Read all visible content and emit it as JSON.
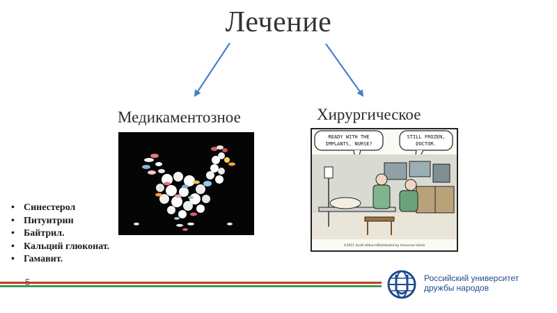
{
  "slide": {
    "title": "Лечение",
    "page_number": "5"
  },
  "branches": {
    "left_label": "Медикаментозное",
    "right_label": "Хирургическое"
  },
  "comic": {
    "bubble_left": "READY WITH THE IMPLANTS, NURSE?",
    "bubble_right": "STILL FROZEN, DOCTOR.",
    "credit": "©2011 Scott Hilburn/Distributed by Universal Uclick"
  },
  "drugs": [
    "Синестерол",
    "Питуитрин",
    "Байтрил.",
    "Кальций глюконат.",
    "Гамавит."
  ],
  "university": {
    "line1": "Российский университет",
    "line2": "дружбы народов"
  },
  "colors": {
    "arrow": "#4a7dc8",
    "band_red": "#c0392b",
    "band_green": "#3e9b4f",
    "brand_blue": "#1e4b8f"
  }
}
